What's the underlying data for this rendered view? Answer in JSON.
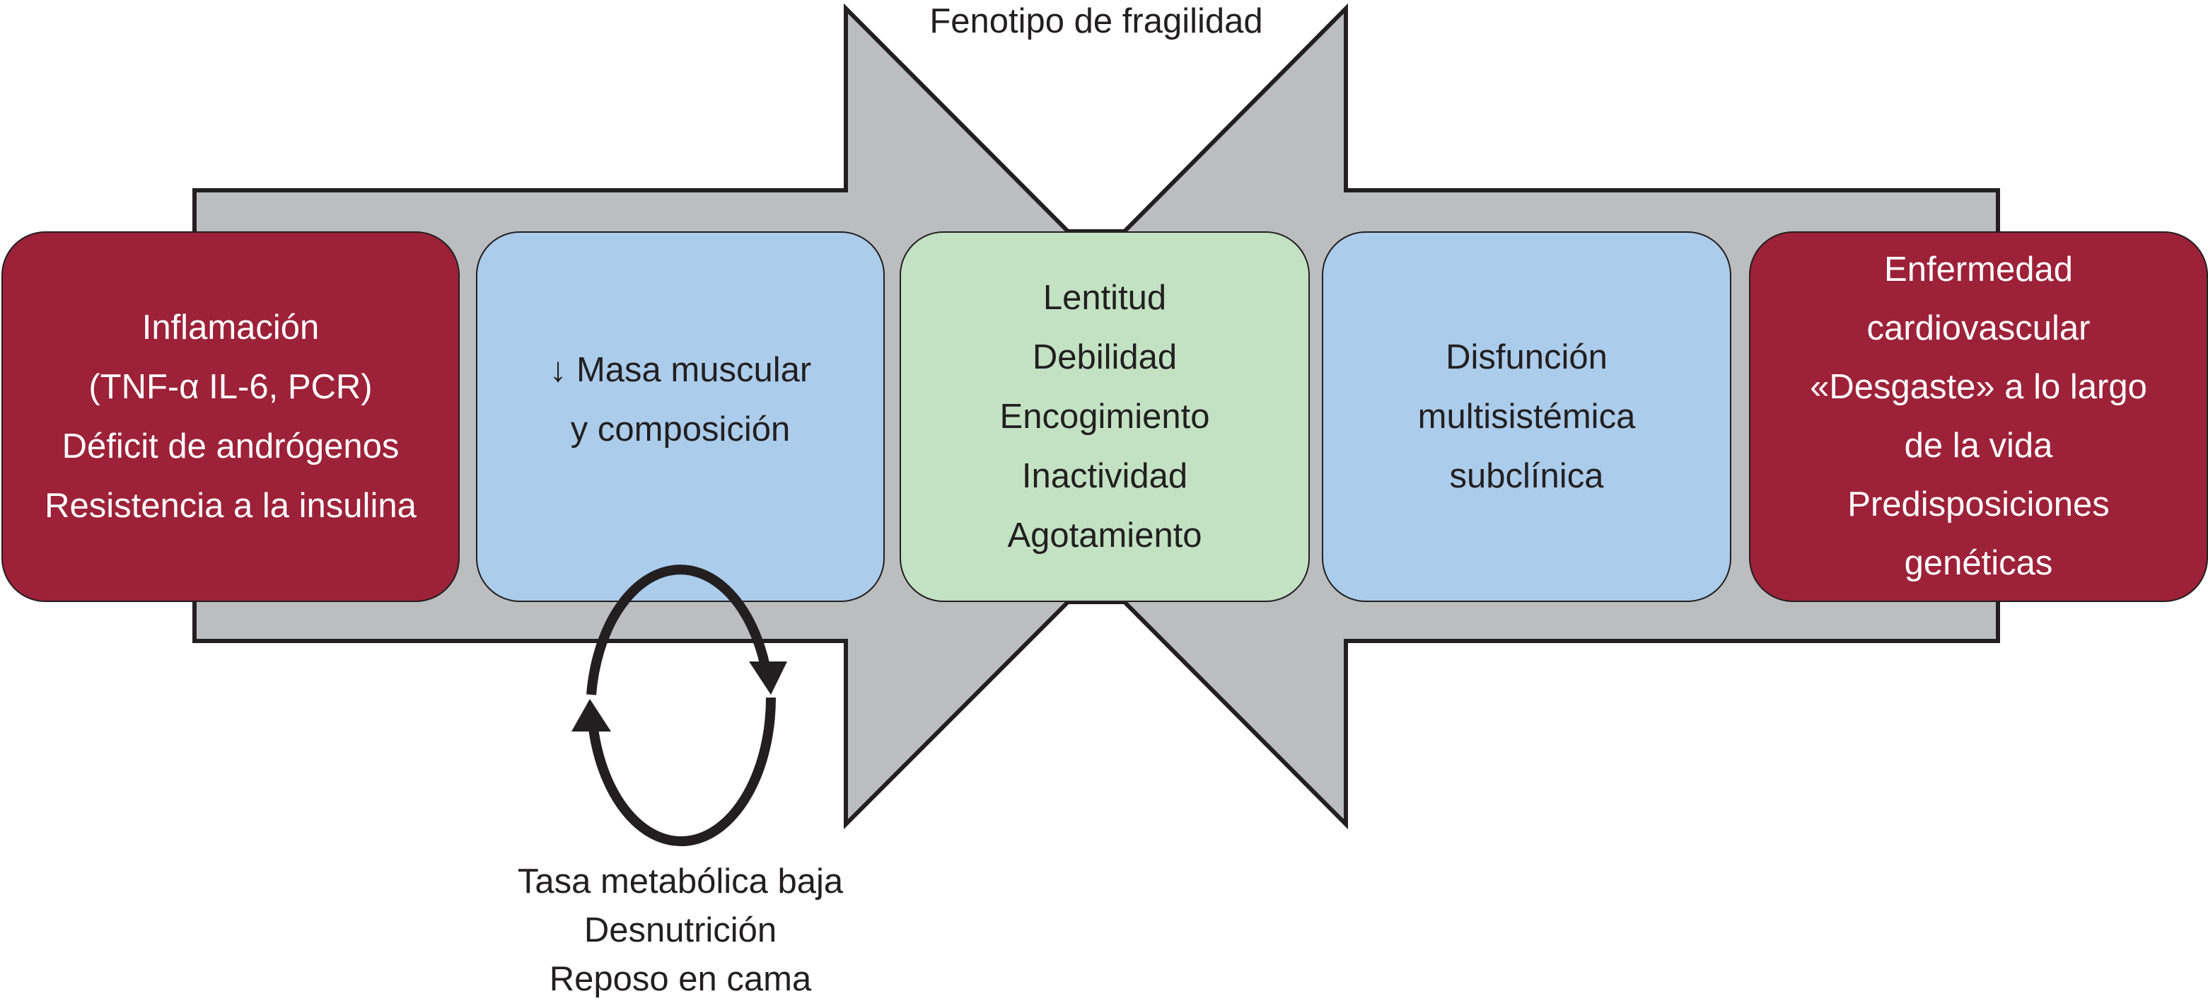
{
  "diagram": {
    "title": "Fenotipo de fragilidad",
    "colors": {
      "red": "#9d2139",
      "blue": "#abcceb",
      "green": "#c3e2c4",
      "gray": "#bcbdbf",
      "outline": "#231f20"
    },
    "boxes": {
      "factors_left": {
        "lines": [
          "Inflamación",
          "(TNF-α IL-6, PCR)",
          "Déficit de andrógenos",
          "Resistencia a la insulina"
        ]
      },
      "muscle": {
        "lines": [
          "↓ Masa muscular",
          "y composición"
        ]
      },
      "phenotype": {
        "lines": [
          "Lentitud",
          "Debilidad",
          "Encogimiento",
          "Inactividad",
          "Agotamiento"
        ]
      },
      "dysfunction": {
        "lines": [
          "Disfunción",
          "multisistémica",
          "subclínica"
        ]
      },
      "factors_right": {
        "lines": [
          "Enfermedad",
          "cardiovascular",
          "«Desgaste» a lo largo",
          "de la vida",
          "Predisposiciones",
          "genéticas"
        ]
      }
    },
    "cycle": {
      "icon": "cycle-arrows-icon",
      "caption_lines": [
        "Tasa metabólica baja",
        "Desnutrición",
        "Reposo en cama"
      ]
    }
  }
}
